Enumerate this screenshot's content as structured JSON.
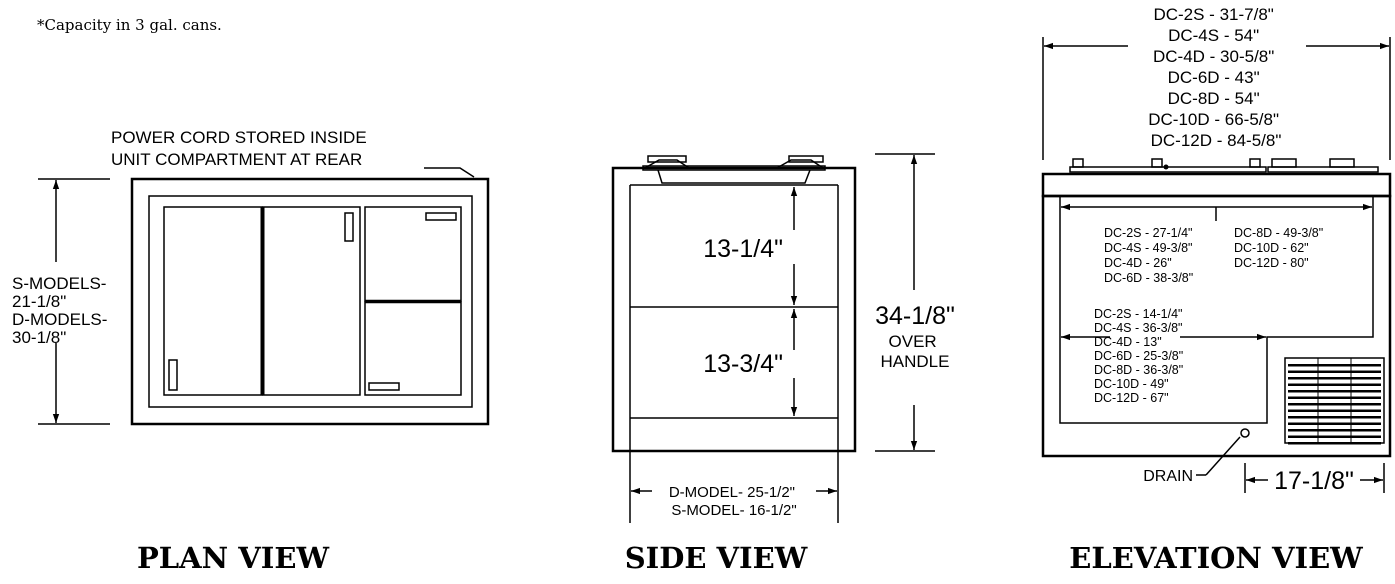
{
  "footnote": "*Capacity in 3 gal. cans.",
  "plan": {
    "title": "PLAN VIEW",
    "cord_note": [
      "POWER CORD STORED INSIDE",
      "UNIT COMPARTMENT AT REAR"
    ],
    "depth_label": [
      "S-MODELS-",
      "21-1/8\"",
      "D-MODELS-",
      "30-1/8\""
    ]
  },
  "side": {
    "title": "SIDE VIEW",
    "top_compartment": "13-1/4\"",
    "bottom_compartment": "13-3/4\"",
    "height": "34-1/8\"",
    "height_note": [
      "OVER",
      "HANDLE"
    ],
    "width_labels": [
      "D-MODEL- 25-1/2\"",
      "S-MODEL- 16-1/2\""
    ]
  },
  "elevation": {
    "title": "ELEVATION VIEW",
    "overall_widths": [
      "DC-2S - 31-7/8\"",
      "DC-4S - 54\"",
      "DC-4D - 30-5/8\"",
      "DC-6D - 43\"",
      "DC-8D - 54\"",
      "DC-10D - 66-5/8\"",
      "DC-12D - 84-5/8\""
    ],
    "inner_widths_left": [
      "DC-2S - 27-1/4\"",
      "DC-4S - 49-3/8\"",
      "DC-4D - 26\"",
      "DC-6D - 38-3/8\""
    ],
    "inner_widths_right": [
      "DC-8D - 49-3/8\"",
      "DC-10D - 62\"",
      "DC-12D - 80\""
    ],
    "lower_widths": [
      "DC-2S - 14-1/4\"",
      "DC-4S - 36-3/8\"",
      "DC-4D - 13\"",
      "DC-6D - 25-3/8\"",
      "DC-8D - 36-3/8\"",
      "DC-10D - 49\"",
      "DC-12D - 67\""
    ],
    "drain_label": "DRAIN",
    "compressor_width": "17-1/8\""
  }
}
